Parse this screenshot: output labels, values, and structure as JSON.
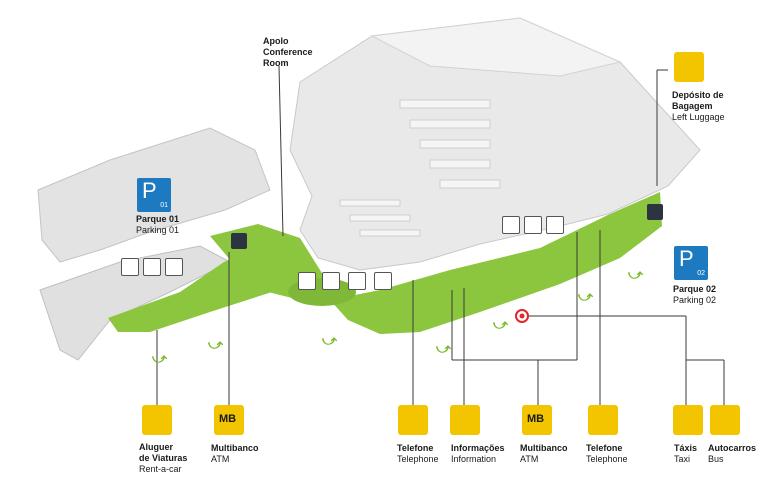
{
  "colors": {
    "green": "#8cc63f",
    "yellow": "#f2c500",
    "blue": "#1d7ac0",
    "building": "#e6e6e6",
    "dark_icon": "#2b3440",
    "marker": "#e3262b"
  },
  "apolo": {
    "line1": "Apolo",
    "line2": "Conference",
    "line3": "Room"
  },
  "deposito": {
    "pt": "Depósito de",
    "pt2": "Bagagem",
    "en": "Left Luggage",
    "icon": "luggage-icon"
  },
  "parque01": {
    "letter": "P",
    "num": "01",
    "pt": "Parque 01",
    "en": "Parking 01"
  },
  "parque02": {
    "letter": "P",
    "num": "02",
    "pt": "Parque 02",
    "en": "Parking 02"
  },
  "services": {
    "aluguer": {
      "pt": "Aluguer",
      "pt2": "de Viaturas",
      "en": "Rent-a-car",
      "icon": "car-icon"
    },
    "multibanco1": {
      "pt": "Multibanco",
      "en": "ATM",
      "icon_text": "MB"
    },
    "telefone1": {
      "pt": "Telefone",
      "en": "Telephone",
      "icon": "telephone-icon"
    },
    "informacoes": {
      "pt": "Informações",
      "en": "Information",
      "icon": "info-icon"
    },
    "multibanco2": {
      "pt": "Multibanco",
      "en": "ATM",
      "icon_text": "MB"
    },
    "telefone2": {
      "pt": "Telefone",
      "en": "Telephone",
      "icon": "telephone-icon"
    },
    "taxis": {
      "pt": "Táxis",
      "en": "Taxi",
      "icon": "taxi-icon"
    },
    "autocarros": {
      "pt": "Autocarros",
      "en": "Bus",
      "icon": "bus-icon"
    }
  }
}
